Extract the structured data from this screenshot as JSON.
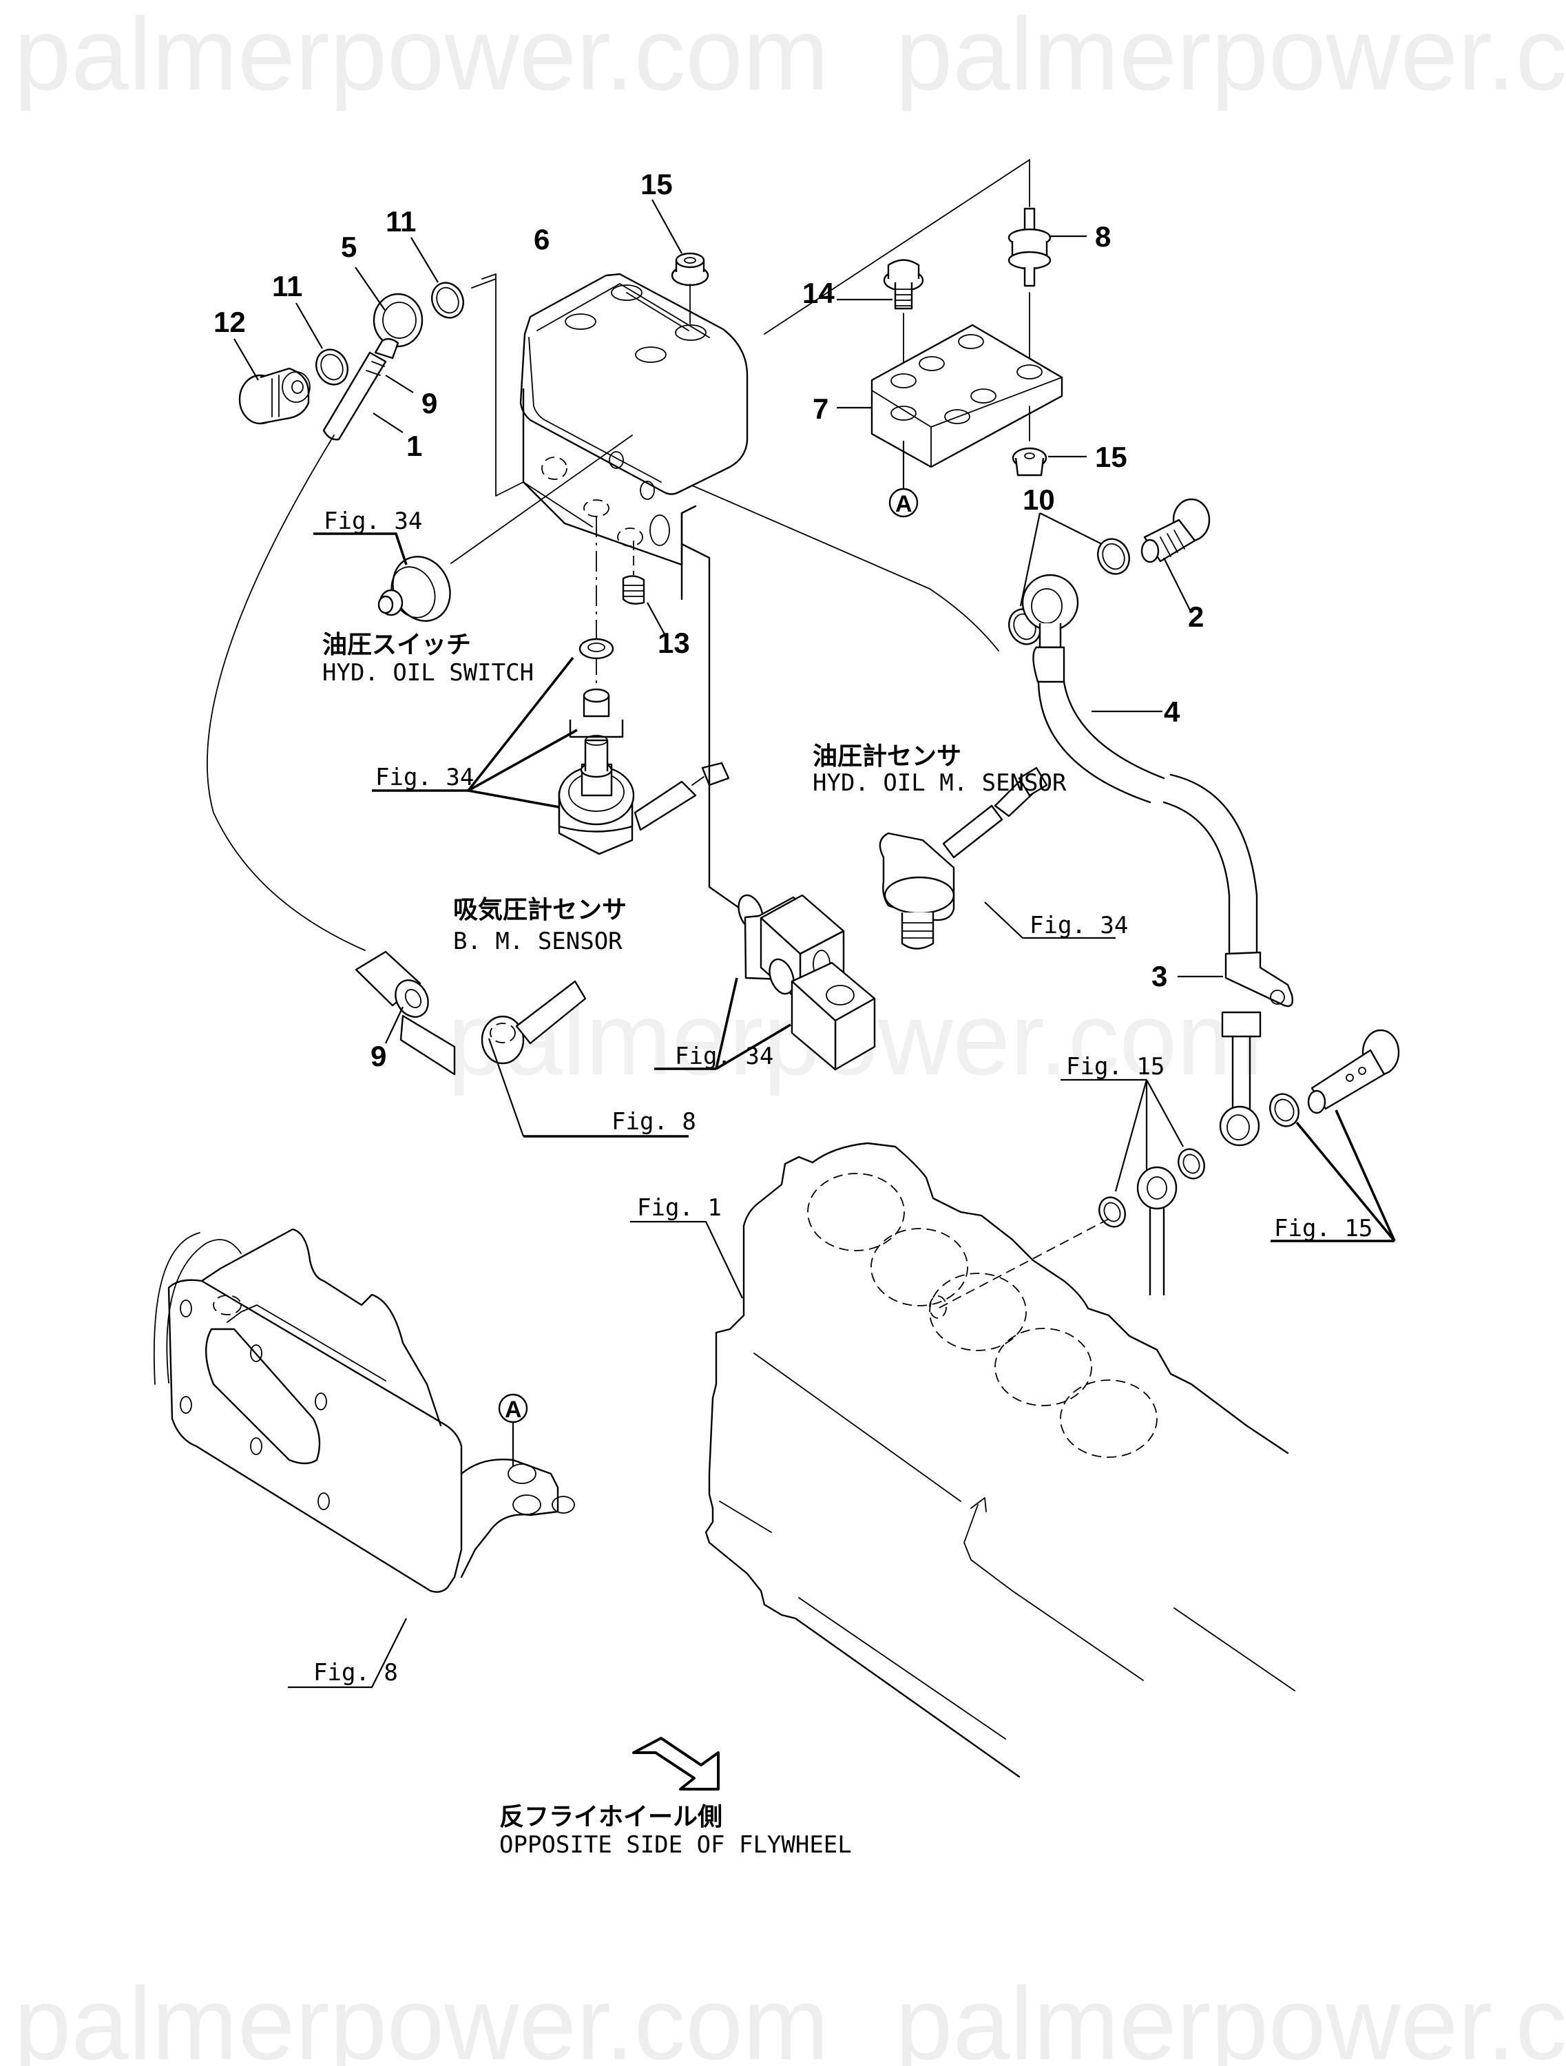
{
  "watermark": {
    "text": "palmerpower.com",
    "color": "#eeeeee"
  },
  "diagram": {
    "type": "exploded-parts-diagram",
    "part_numbers": {
      "p1": "1",
      "p2": "2",
      "p3": "3",
      "p4": "4",
      "p5": "5",
      "p6": "6",
      "p7": "7",
      "p8": "8",
      "p9a": "9",
      "p9b": "9",
      "p10": "10",
      "p11a": "11",
      "p11b": "11",
      "p12": "12",
      "p13": "13",
      "p14": "14",
      "p15a": "15",
      "p15b": "15"
    },
    "figure_refs": {
      "fig34_switch": "Fig. 34",
      "fig34_bm": "Fig. 34",
      "fig34_blocks": "Fig. 34",
      "fig34_msensor": "Fig. 34",
      "fig8_pipe": "Fig. 8",
      "fig8_manifold": "Fig. 8",
      "fig1_block": "Fig. 1",
      "fig15_left": "Fig. 15",
      "fig15_right": "Fig. 15"
    },
    "callout_marker": "A",
    "captions": {
      "hyd_oil_switch_jp": "油圧スイッチ",
      "hyd_oil_switch_en": "HYD. OIL SWITCH",
      "hyd_oil_msensor_jp": "油圧計センサ",
      "hyd_oil_msensor_en": "HYD. OIL M. SENSOR",
      "bm_sensor_jp": "吸気圧計センサ",
      "bm_sensor_en": "B. M. SENSOR",
      "flywheel_jp": "反フライホイール側",
      "flywheel_en": "OPPOSITE SIDE OF FLYWHEEL"
    }
  }
}
